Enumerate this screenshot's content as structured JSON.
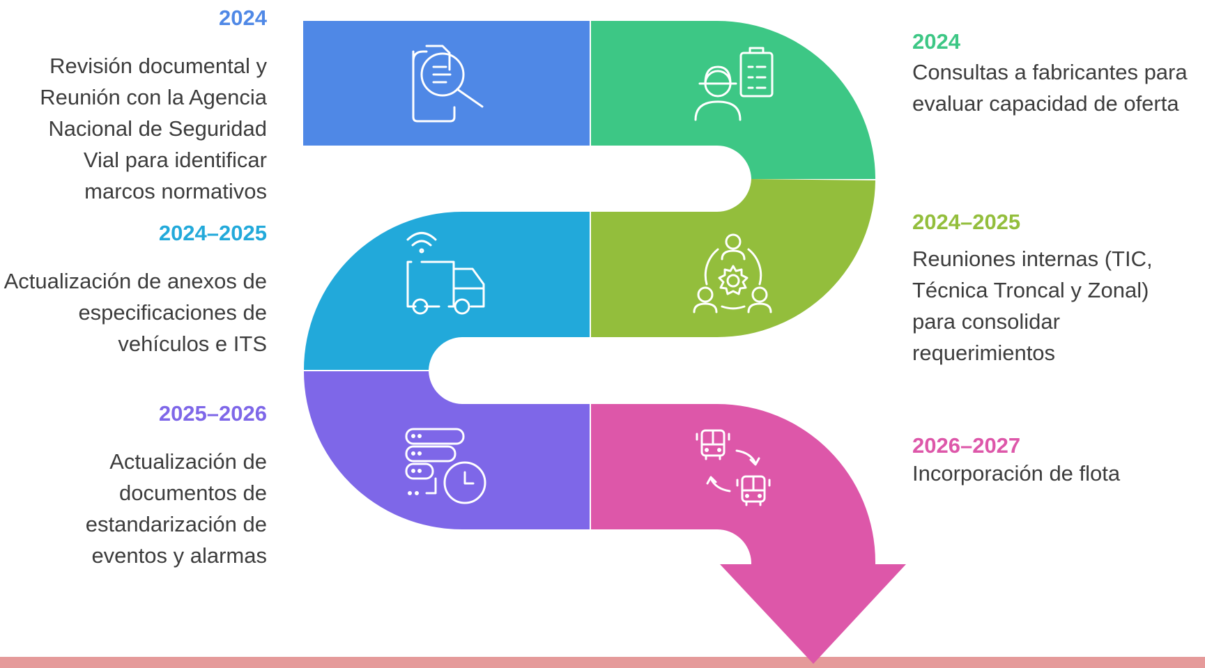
{
  "colors": {
    "blue": "#4F88E6",
    "green": "#3DC785",
    "lime": "#93BE3C",
    "cyan": "#22A9DA",
    "purple": "#7E67E8",
    "pink": "#DD57A9",
    "bottom_bar": "#E59A9A"
  },
  "steps": [
    {
      "year": "2024",
      "description": "Revisión documental y Reunión con la Agencia Nacional de Seguridad Vial para identificar marcos normativos",
      "icon": "document-search-icon",
      "color": "#4F88E6"
    },
    {
      "year": "2024",
      "description": "Consultas a fabricantes para evaluar capacidad de oferta",
      "icon": "engineer-checklist-icon",
      "color": "#3DC785"
    },
    {
      "year": "2024–2025",
      "description": "Actualización de anexos de especificaciones de vehículos e ITS",
      "icon": "connected-truck-icon",
      "color": "#22A9DA"
    },
    {
      "year": "2024–2025",
      "description": "Reuniones internas (TIC, Técnica Troncal y Zonal) para consolidar requerimientos",
      "icon": "team-gear-icon",
      "color": "#93BE3C"
    },
    {
      "year": "2025–2026",
      "description": "Actualización de documentos de estandarización de eventos y alarmas",
      "icon": "server-clock-icon",
      "color": "#7E67E8"
    },
    {
      "year": "2026–2027",
      "description": "Incorporación de flota",
      "icon": "bus-exchange-icon",
      "color": "#DD57A9"
    }
  ]
}
